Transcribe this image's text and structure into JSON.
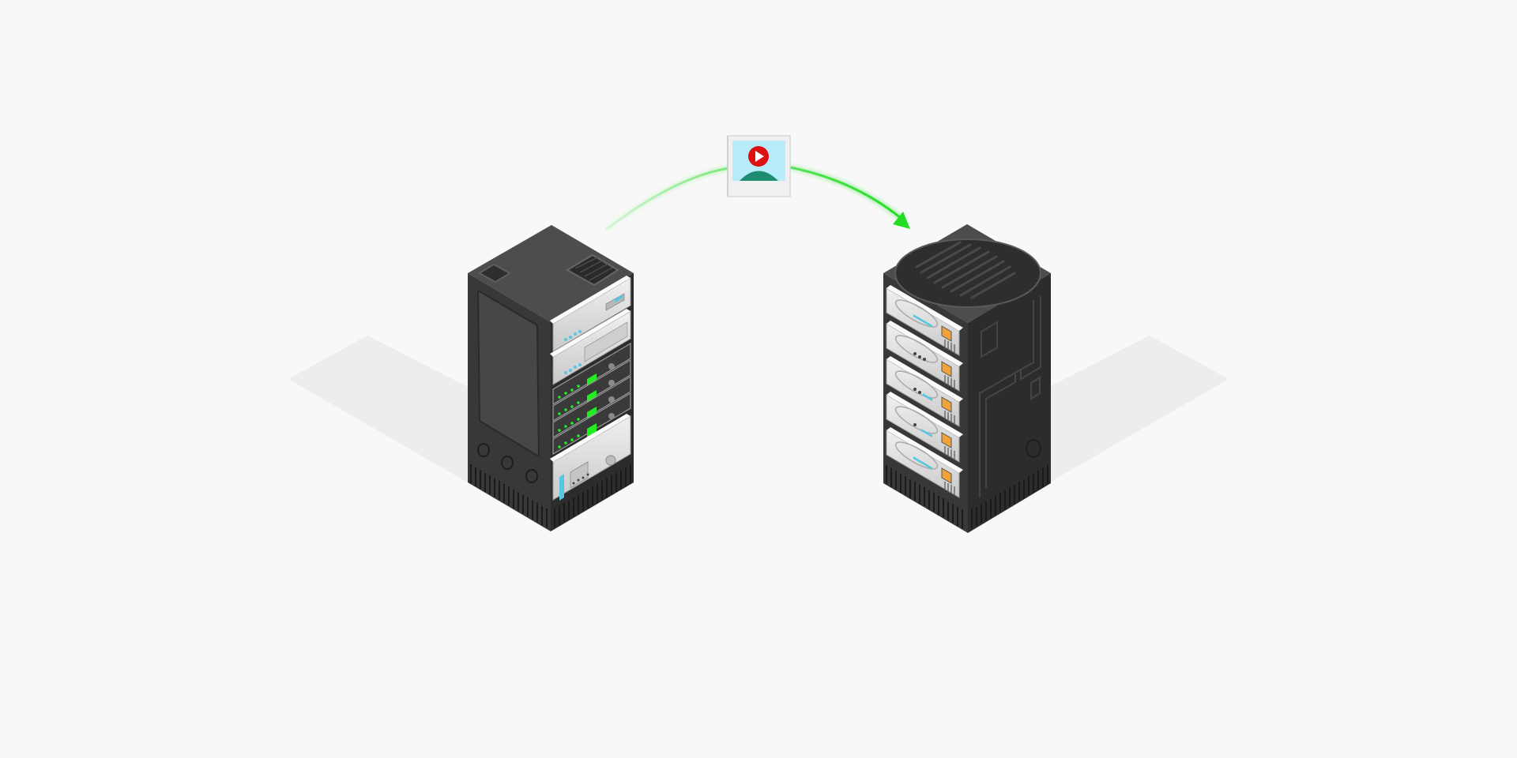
{
  "diagram": {
    "kind": "file-transfer",
    "transferred_item": {
      "type": "video-file",
      "icon": "video-thumbnail-icon"
    },
    "source": {
      "type": "server-rack",
      "icon": "network-rack-icon"
    },
    "destination": {
      "type": "server-rack",
      "icon": "storage-server-rack-icon"
    },
    "direction": "left-to-right"
  },
  "colors": {
    "background": "#f8f8f8",
    "arrow": "#22dd22",
    "rack_top": "#4d4d4d",
    "rack_left": "#383838",
    "rack_right": "#2c2c2c",
    "unit_light": "#e4e4e4",
    "led_green": "#22ee22",
    "led_blue": "#55c8e0",
    "play_red": "#dd1111",
    "thumb_sky": "#b9ecfb",
    "thumb_person": "#1e8c70",
    "drive_orange": "#f2a23a"
  }
}
